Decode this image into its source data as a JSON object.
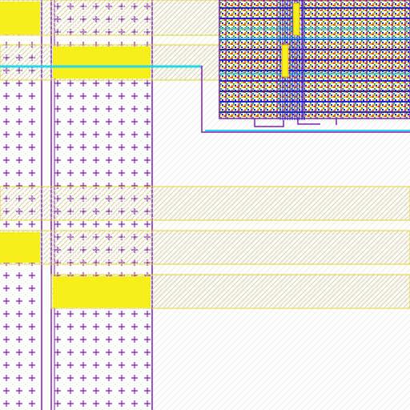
{
  "view": {
    "type": "ic-layout-editor-canvas",
    "background_color": "#ffffff"
  },
  "layers": [
    {
      "name": "nwell",
      "color": "#7b1fb5",
      "fill": "plus-pattern"
    },
    {
      "name": "metal1",
      "color": "#e6d12c",
      "fill": "diagonal-hatch"
    },
    {
      "name": "metal1-highlight",
      "color": "#f7ef1c",
      "fill": "solid"
    },
    {
      "name": "metal2",
      "color": "#2121d6",
      "fill": "solid"
    },
    {
      "name": "metal3",
      "color": "#27d8e6",
      "fill": "solid"
    },
    {
      "name": "via",
      "color": "#7b1fb5",
      "fill": "outline"
    },
    {
      "name": "diffusion",
      "color": "#d94b1a",
      "fill": "stipple"
    },
    {
      "name": "poly",
      "color": "#2ea84a",
      "fill": "stipple"
    }
  ],
  "regions": {
    "well_columns": 2,
    "horizontal_metal_rails": 5,
    "highlighted_blocks": 4,
    "dense_block_location": "top-right"
  }
}
